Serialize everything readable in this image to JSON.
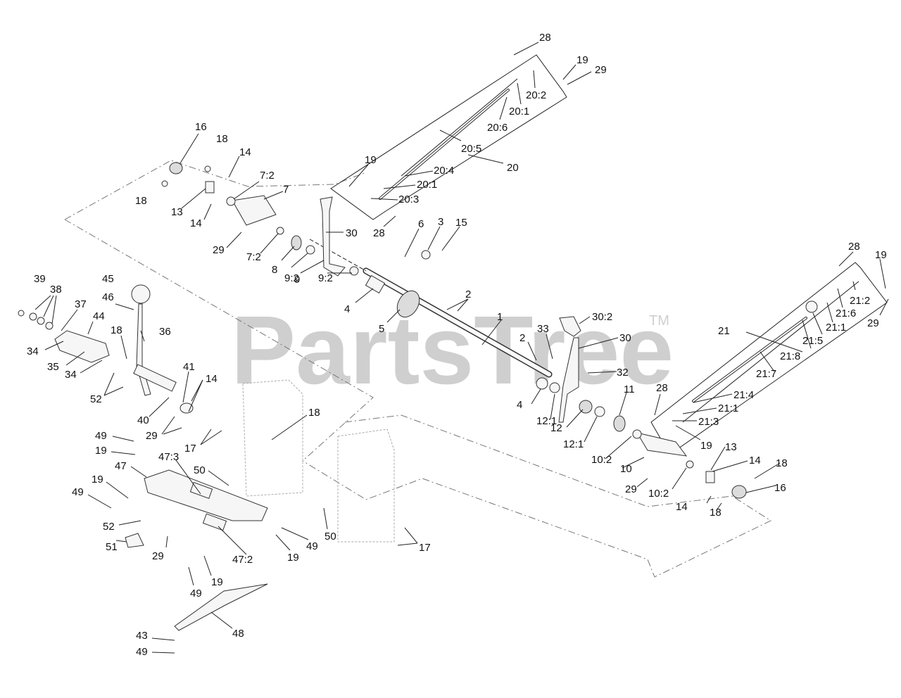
{
  "watermark": {
    "text": "PartsTree",
    "trademark": "TM"
  },
  "labels": [
    {
      "id": "l1",
      "text": "28"
    },
    {
      "id": "l2",
      "text": "19"
    },
    {
      "id": "l3",
      "text": "29"
    },
    {
      "id": "l4",
      "text": "20:2"
    },
    {
      "id": "l5",
      "text": "20:1"
    },
    {
      "id": "l6",
      "text": "20:6"
    },
    {
      "id": "l7",
      "text": "20:5"
    },
    {
      "id": "l8",
      "text": "20"
    },
    {
      "id": "l9",
      "text": "19"
    },
    {
      "id": "l10",
      "text": "20:4"
    },
    {
      "id": "l11",
      "text": "20:1"
    },
    {
      "id": "l12",
      "text": "20:3"
    },
    {
      "id": "l13",
      "text": "28"
    },
    {
      "id": "l14",
      "text": "16"
    },
    {
      "id": "l15",
      "text": "18"
    },
    {
      "id": "l16",
      "text": "14"
    },
    {
      "id": "l17",
      "text": "7:2"
    },
    {
      "id": "l18",
      "text": "7"
    },
    {
      "id": "l19",
      "text": "18"
    },
    {
      "id": "l20",
      "text": "13"
    },
    {
      "id": "l21",
      "text": "14"
    },
    {
      "id": "l22",
      "text": "29"
    },
    {
      "id": "l23",
      "text": "7:2"
    },
    {
      "id": "l24",
      "text": "8"
    },
    {
      "id": "l25",
      "text": "9:2"
    },
    {
      "id": "l26",
      "text": "30"
    },
    {
      "id": "l27",
      "text": "9"
    },
    {
      "id": "l28",
      "text": "9:2"
    },
    {
      "id": "l29",
      "text": "6"
    },
    {
      "id": "l30",
      "text": "3"
    },
    {
      "id": "l31",
      "text": "15"
    },
    {
      "id": "l32",
      "text": "4"
    },
    {
      "id": "l33",
      "text": "5"
    },
    {
      "id": "l34",
      "text": "2"
    },
    {
      "id": "l35",
      "text": "1"
    },
    {
      "id": "l36",
      "text": "2"
    },
    {
      "id": "l37",
      "text": "39"
    },
    {
      "id": "l38",
      "text": "38"
    },
    {
      "id": "l39",
      "text": "45"
    },
    {
      "id": "l40",
      "text": "46"
    },
    {
      "id": "l41",
      "text": "37"
    },
    {
      "id": "l42",
      "text": "44"
    },
    {
      "id": "l43",
      "text": "18"
    },
    {
      "id": "l44",
      "text": "36"
    },
    {
      "id": "l45",
      "text": "34"
    },
    {
      "id": "l46",
      "text": "35"
    },
    {
      "id": "l47",
      "text": "34"
    },
    {
      "id": "l48",
      "text": "41"
    },
    {
      "id": "l49",
      "text": "14"
    },
    {
      "id": "l50",
      "text": "52"
    },
    {
      "id": "l51",
      "text": "40"
    },
    {
      "id": "l52",
      "text": "29"
    },
    {
      "id": "l53",
      "text": "17"
    },
    {
      "id": "l54",
      "text": "18"
    },
    {
      "id": "l55",
      "text": "49"
    },
    {
      "id": "l56",
      "text": "19"
    },
    {
      "id": "l57",
      "text": "47:3"
    },
    {
      "id": "l58",
      "text": "47"
    },
    {
      "id": "l59",
      "text": "50"
    },
    {
      "id": "l60",
      "text": "19"
    },
    {
      "id": "l61",
      "text": "49"
    },
    {
      "id": "l62",
      "text": "52"
    },
    {
      "id": "l63",
      "text": "51"
    },
    {
      "id": "l64",
      "text": "29"
    },
    {
      "id": "l65",
      "text": "47:2"
    },
    {
      "id": "l66",
      "text": "49"
    },
    {
      "id": "l67",
      "text": "19"
    },
    {
      "id": "l68",
      "text": "50"
    },
    {
      "id": "l69",
      "text": "17"
    },
    {
      "id": "l70",
      "text": "49"
    },
    {
      "id": "l71",
      "text": "19"
    },
    {
      "id": "l72",
      "text": "48"
    },
    {
      "id": "l73",
      "text": "43"
    },
    {
      "id": "l74",
      "text": "49"
    },
    {
      "id": "l75",
      "text": "33"
    },
    {
      "id": "l76",
      "text": "30:2"
    },
    {
      "id": "l77",
      "text": "30"
    },
    {
      "id": "l78",
      "text": "32"
    },
    {
      "id": "l79",
      "text": "4"
    },
    {
      "id": "l80",
      "text": "12:1"
    },
    {
      "id": "l81",
      "text": "12"
    },
    {
      "id": "l82",
      "text": "12:1"
    },
    {
      "id": "l83",
      "text": "11"
    },
    {
      "id": "l84",
      "text": "10:2"
    },
    {
      "id": "l85",
      "text": "10"
    },
    {
      "id": "l86",
      "text": "29"
    },
    {
      "id": "l87",
      "text": "10:2"
    },
    {
      "id": "l88",
      "text": "14"
    },
    {
      "id": "l89",
      "text": "18"
    },
    {
      "id": "l90",
      "text": "13"
    },
    {
      "id": "l91",
      "text": "14"
    },
    {
      "id": "l92",
      "text": "18"
    },
    {
      "id": "l93",
      "text": "16"
    },
    {
      "id": "l94",
      "text": "28"
    },
    {
      "id": "l95",
      "text": "19"
    },
    {
      "id": "l96",
      "text": "21"
    },
    {
      "id": "l97",
      "text": "21:2"
    },
    {
      "id": "l98",
      "text": "21:6"
    },
    {
      "id": "l99",
      "text": "21:1"
    },
    {
      "id": "l100",
      "text": "29"
    },
    {
      "id": "l101",
      "text": "21:8"
    },
    {
      "id": "l102",
      "text": "21:5"
    },
    {
      "id": "l103",
      "text": "21:7"
    },
    {
      "id": "l104",
      "text": "21:4"
    },
    {
      "id": "l105",
      "text": "21:1"
    },
    {
      "id": "l106",
      "text": "21:3"
    },
    {
      "id": "l107",
      "text": "28"
    },
    {
      "id": "l108",
      "text": "19"
    }
  ]
}
